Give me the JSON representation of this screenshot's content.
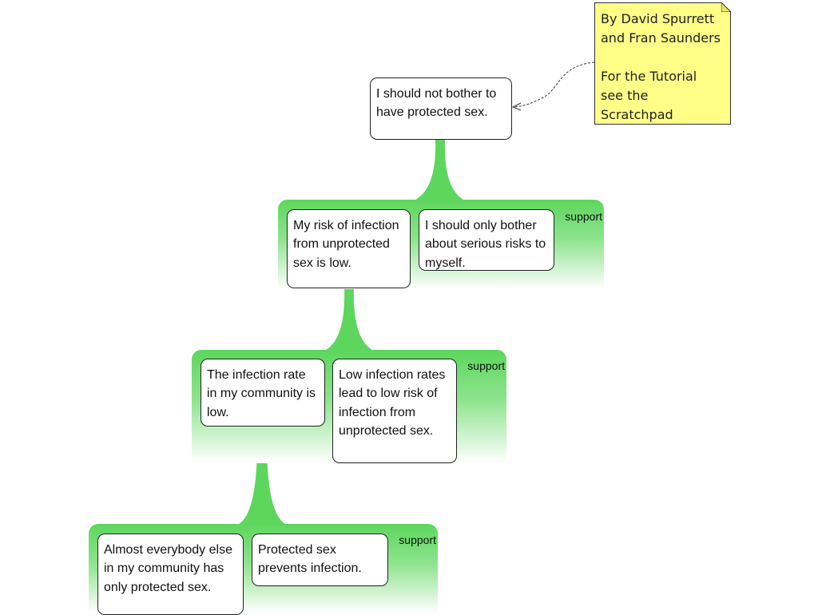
{
  "author_note": {
    "text": "By David Spurrett\nand Fran Saunders\n\nFor the Tutorial\nsee the\nScratchpad",
    "color": "#ffff88"
  },
  "link_color": "#5cd65c",
  "root_claim": {
    "text": "I should not bother to have protected sex."
  },
  "groups": [
    {
      "label": "support",
      "claims": [
        {
          "text": "My risk of infection from unprotected sex is low."
        },
        {
          "text": "I should only bother about serious risks to myself."
        }
      ]
    },
    {
      "label": "support",
      "claims": [
        {
          "text": "The infection rate in my community is low."
        },
        {
          "text": "Low infection rates lead to low risk of infection from unprotected sex."
        }
      ]
    },
    {
      "label": "support",
      "claims": [
        {
          "text": "Almost everybody else in my community has only protected sex."
        },
        {
          "text": "Protected sex prevents infection."
        }
      ]
    }
  ]
}
